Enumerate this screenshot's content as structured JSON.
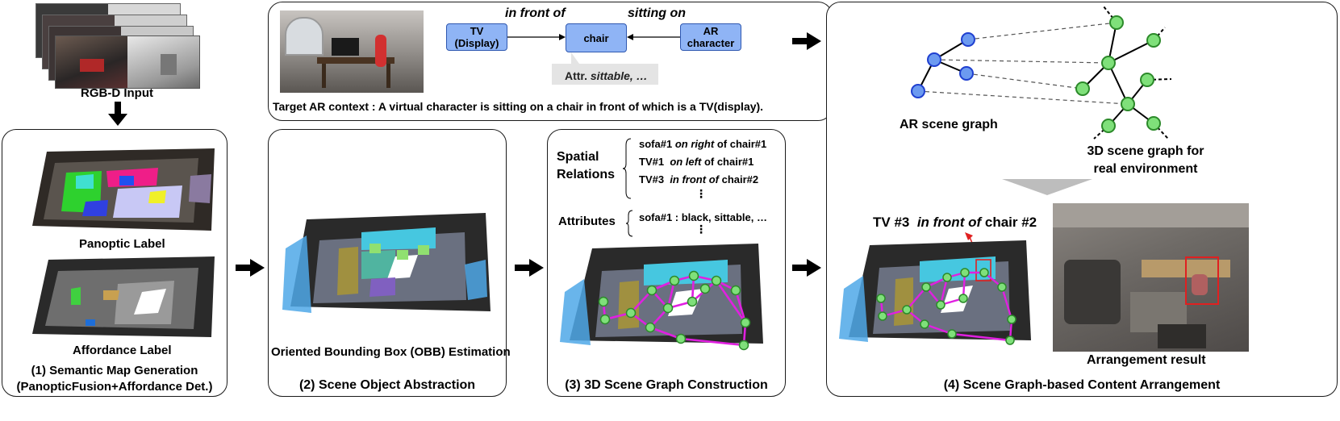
{
  "input": {
    "caption": "RGB-D Input"
  },
  "panel1": {
    "panoptic_label": "Panoptic Label",
    "affordance_label": "Affordance Label",
    "title": "(1) Semantic Map Generation",
    "subtitle": "(PanopticFusion+Affordance Det.)"
  },
  "panel2": {
    "obb_label": "Oriented Bounding Box (OBB) Estimation",
    "title": "(2) Scene Object Abstraction"
  },
  "panel3": {
    "spatial_heading_1": "Spatial",
    "spatial_heading_2": "Relations",
    "relations": [
      {
        "subj": "sofa#1",
        "rel": "on right",
        "obj": "of chair#1"
      },
      {
        "subj": "TV#1",
        "rel": "on left",
        "obj": "of chair#1"
      },
      {
        "subj": "TV#3",
        "rel": "in front of",
        "obj": "chair#2"
      }
    ],
    "ellipsis": "⋮",
    "attributes_heading": "Attributes",
    "attributes_line": "sofa#1 : black, sittable, …",
    "title": "(3) 3D Scene Graph Construction"
  },
  "top_context": {
    "edge_in_front_of": "in front of",
    "edge_sitting_on": "sitting on",
    "node_tv_line1": "TV",
    "node_tv_line2": "(Display)",
    "node_chair": "chair",
    "node_ar_line1": "AR",
    "node_ar_line2": "character",
    "attr_prefix": "Attr.",
    "attr_value": "sittable, …",
    "caption": "Target AR context : A virtual character is sitting on a chair in front of which is a TV(display)."
  },
  "panel4": {
    "ar_graph_label": "AR scene graph",
    "real_graph_label_1": "3D scene graph for",
    "real_graph_label_2": "real environment",
    "match_subj": "TV #3",
    "match_rel": "in front of",
    "match_obj": "chair #2",
    "result_label": "Arrangement result",
    "title": "(4) Scene Graph-based Content Arrangement"
  },
  "colors": {
    "node_blue": "#8fb4f5",
    "graph_blue": "#6c9af0",
    "graph_green": "#7fe07a",
    "edge_magenta": "#e020e0",
    "highlight_red": "#e02020"
  }
}
